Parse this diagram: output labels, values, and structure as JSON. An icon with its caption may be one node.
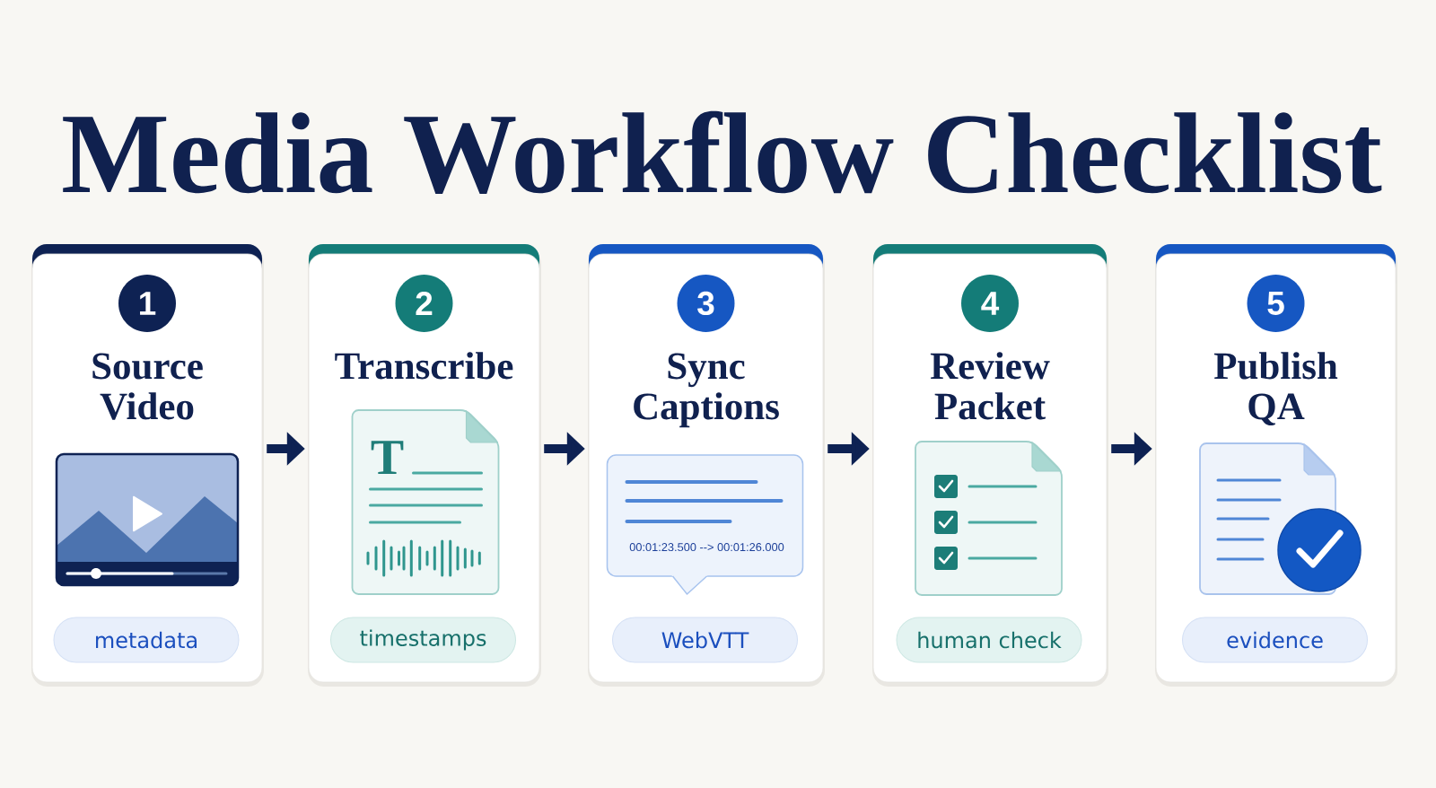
{
  "diagram": {
    "title": "Media Workflow Checklist",
    "nodes": [
      {
        "text": [
          "Source Video"
        ]
      },
      {
        "text": [
          "1"
        ],
        "in": 0
      },
      {
        "text": [
          "metadata"
        ],
        "in": 0
      },
      {
        "text": [
          "Transcribe"
        ]
      },
      {
        "text": [
          "2"
        ],
        "in": 3
      },
      {
        "text": [
          "timestamps"
        ],
        "in": 3
      },
      {
        "text": [
          "Sync Captions"
        ]
      },
      {
        "text": [
          "3"
        ],
        "in": 6
      },
      {
        "text": [
          "00:01:23.500 --> 00:01:26.000"
        ],
        "in": 6
      },
      {
        "text": [
          "WebVTT"
        ],
        "in": 6
      },
      {
        "text": [
          "Review Packet"
        ]
      },
      {
        "text": [
          "4"
        ],
        "in": 10
      },
      {
        "text": [
          "human check"
        ],
        "in": 10
      },
      {
        "text": [
          "Publish QA"
        ]
      },
      {
        "text": [
          "5"
        ],
        "in": 13
      },
      {
        "text": [
          "evidence"
        ],
        "in": 13
      }
    ],
    "edges": [
      {
        "from": 0,
        "to": 3,
        "arrow": "to"
      },
      {
        "from": 3,
        "to": 6,
        "arrow": "to"
      },
      {
        "from": 6,
        "to": 10,
        "arrow": "to"
      },
      {
        "from": 10,
        "to": 13,
        "arrow": "to"
      }
    ],
    "labels": [
      "T"
    ]
  }
}
